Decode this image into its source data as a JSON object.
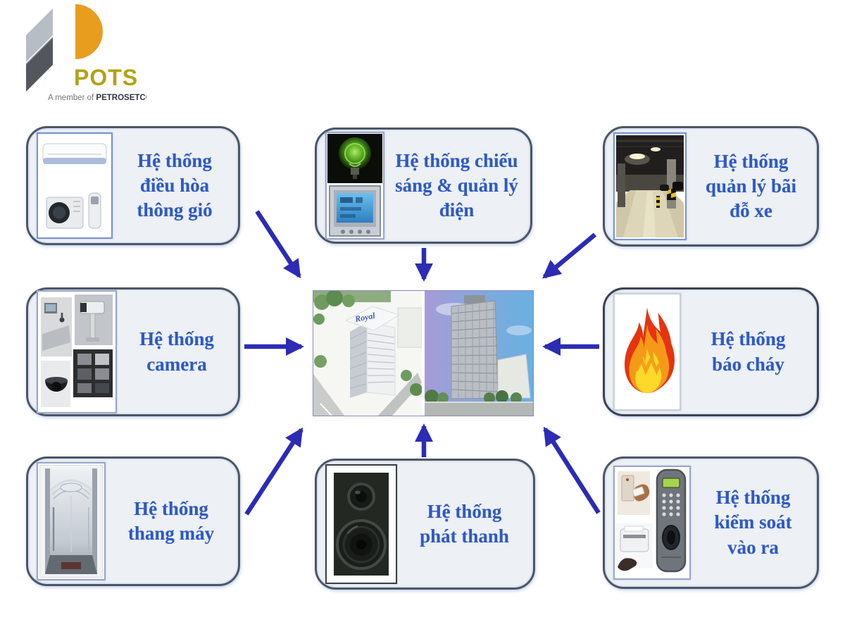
{
  "logo": {
    "brand": "POTS",
    "tagline_prefix": "A member of",
    "tagline_brand": "PETROSETCO",
    "colors": {
      "orange": "#e89d1e",
      "leaf_light": "#b7bdc5",
      "leaf_mid": "#8d9298",
      "leaf_dark": "#53575c",
      "brand_text": "#b3a116",
      "tagline_gray": "#70777e",
      "tagline_dark": "#2e3440"
    }
  },
  "center": {
    "name": "building-management-center",
    "rooftop_text": "Royal"
  },
  "systems": [
    {
      "id": "hvac",
      "icon": "air-conditioner",
      "lines": [
        "Hệ thống",
        "điều hòa",
        "thông gió"
      ]
    },
    {
      "id": "lighting",
      "icon": "bulb-and-meter",
      "lines": [
        "Hệ thống chiếu",
        "sáng & quản lý",
        "điện"
      ]
    },
    {
      "id": "parking",
      "icon": "parking-garage",
      "lines": [
        "Hệ thống",
        "quản lý bãi",
        "đỗ xe"
      ]
    },
    {
      "id": "camera",
      "icon": "cctv-collage",
      "lines": [
        "Hệ thống",
        "camera"
      ]
    },
    {
      "id": "fire",
      "icon": "flame",
      "lines": [
        "Hệ thống",
        "báo cháy"
      ]
    },
    {
      "id": "elevator",
      "icon": "elevator-cabin",
      "lines": [
        "Hệ thống",
        "thang máy"
      ]
    },
    {
      "id": "pa",
      "icon": "loudspeaker",
      "lines": [
        "Hệ thống",
        "phát thanh"
      ]
    },
    {
      "id": "access",
      "icon": "access-control",
      "lines": [
        "Hệ thống",
        "kiểm soát",
        "vào ra"
      ]
    }
  ],
  "colors": {
    "arrow": "#2c2cb4",
    "label_text": "#2d59c7",
    "box_background": "#edf0f4",
    "box_border": "#4d5664",
    "panel_border": "#7b93cf"
  }
}
